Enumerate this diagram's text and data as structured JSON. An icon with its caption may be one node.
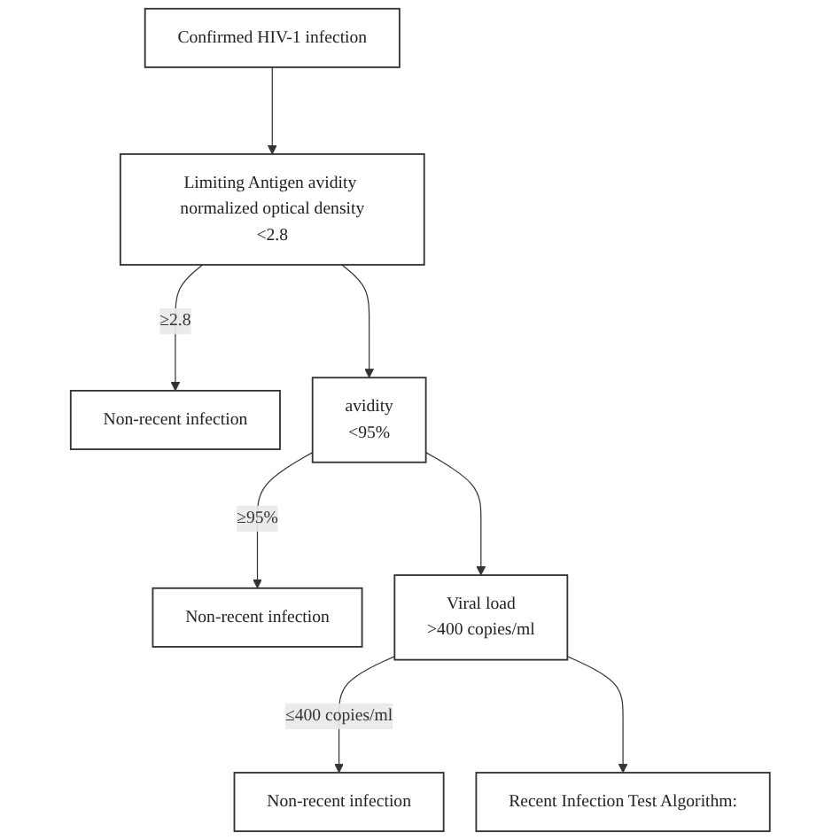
{
  "diagram": {
    "nodes": [
      {
        "text": [
          "Confirmed HIV-1 infection"
        ]
      },
      {
        "text": [
          "Limiting Antigen avidity normalized optical density",
          "<2.8"
        ]
      },
      {
        "text": [
          "Non-recent infection"
        ]
      },
      {
        "text": [
          "avidity",
          "<95%"
        ]
      },
      {
        "text": [
          "Non-recent infection"
        ]
      },
      {
        "text": [
          "Viral load",
          ">400 copies/ml"
        ]
      },
      {
        "text": [
          "Non-recent infection"
        ]
      },
      {
        "text": [
          "Recent Infection Test Algorithm:"
        ]
      }
    ],
    "edges": [
      {
        "from": 0,
        "to": 1,
        "arrow": "to"
      },
      {
        "from": 1,
        "to": 2,
        "label": "≥2.8",
        "arrow": "to"
      },
      {
        "from": 1,
        "to": 3,
        "arrow": "to"
      },
      {
        "from": 3,
        "to": 4,
        "label": "≥95%",
        "arrow": "to"
      },
      {
        "from": 3,
        "to": 5,
        "arrow": "to"
      },
      {
        "from": 5,
        "to": 6,
        "label": "≤400 copies/ml",
        "arrow": "to"
      },
      {
        "from": 5,
        "to": 7,
        "arrow": "to"
      }
    ]
  }
}
